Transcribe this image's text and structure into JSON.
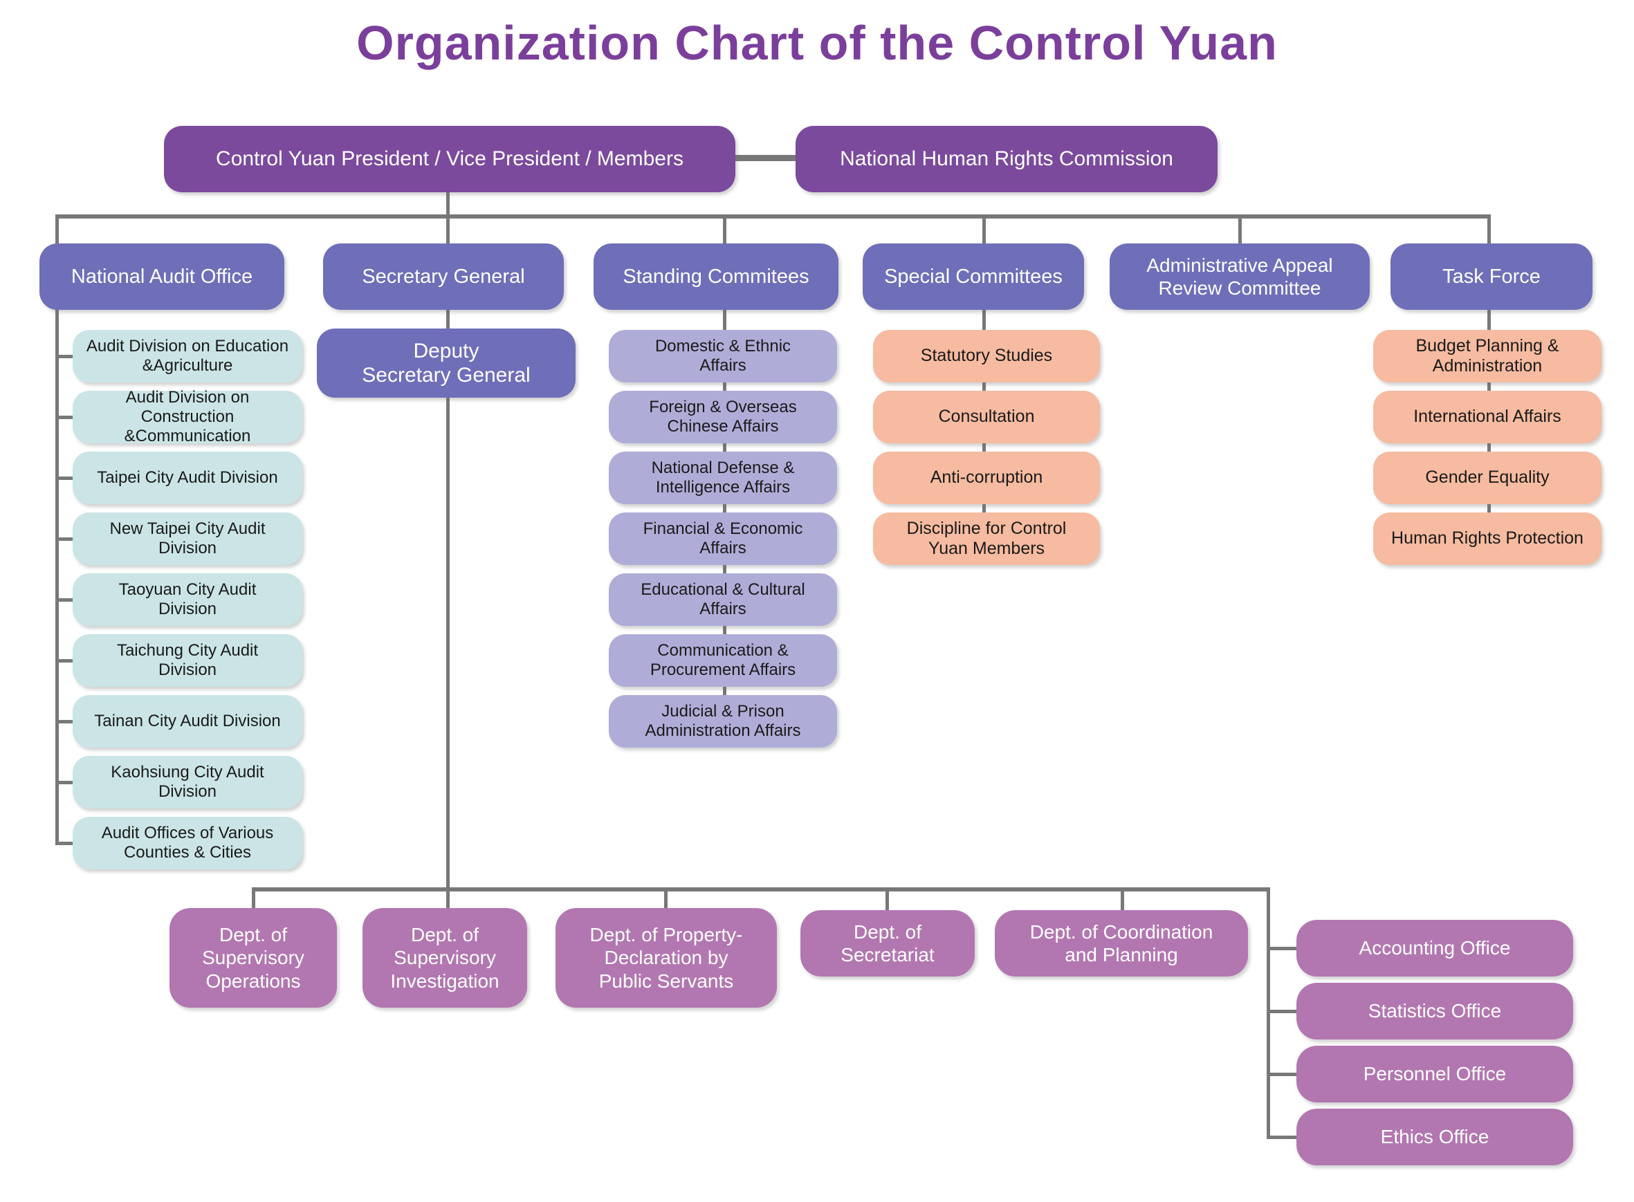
{
  "title": "Organization Chart of the Control Yuan",
  "colors": {
    "title": "#7b3f9b",
    "level1_box": "#7b4a9c",
    "level2_box": "#6f6eb8",
    "audit_box": "#cbe5e6",
    "standing_box": "#afadd7",
    "salmon_box": "#f6bba0",
    "dept_box": "#b277b0",
    "connector": "#787878",
    "text_on_dark": "#ffffff",
    "text_on_light": "#1a1a1a"
  },
  "level1": {
    "president": "Control Yuan President / Vice President / Members",
    "human_rights_commission": "National Human Rights Commission"
  },
  "level2": {
    "national_audit_office": "National Audit Office",
    "secretary_general": "Secretary General",
    "standing_committees": "Standing Commitees",
    "special_committees": "Special Committees",
    "admin_appeal_review_committee": "Administrative Appeal\nReview Committee",
    "task_force": "Task Force",
    "deputy_secretary_general": "Deputy\nSecretary General"
  },
  "audit_divisions": [
    "Audit Division on Education\n&Agriculture",
    "Audit Division on Construction\n&Communication",
    "Taipei City Audit Division",
    "New Taipei City Audit\nDivision",
    "Taoyuan City Audit\nDivision",
    "Taichung City Audit\nDivision",
    "Tainan City Audit Division",
    "Kaohsiung City Audit\nDivision",
    "Audit Offices of Various\nCounties & Cities"
  ],
  "standing_committee_items": [
    "Domestic & Ethnic\nAffairs",
    "Foreign & Overseas\nChinese Affairs",
    "National Defense &\nIntelligence Affairs",
    "Financial & Economic\nAffairs",
    "Educational & Cultural\nAffairs",
    "Communication &\nProcurement Affairs",
    "Judicial & Prison\nAdministration Affairs"
  ],
  "special_committee_items": [
    "Statutory Studies",
    "Consultation",
    "Anti-corruption",
    "Discipline for Control\nYuan Members"
  ],
  "task_force_items": [
    "Budget Planning &\nAdministration",
    "International Affairs",
    "Gender Equality",
    "Human Rights Protection"
  ],
  "departments": [
    "Dept. of\nSupervisory\nOperations",
    "Dept. of\nSupervisory\nInvestigation",
    "Dept. of Property-\nDeclaration by\nPublic Servants",
    "Dept. of\nSecretariat",
    "Dept. of Coordination\nand Planning"
  ],
  "offices": [
    "Accounting Office",
    "Statistics Office",
    "Personnel Office",
    "Ethics  Office"
  ]
}
